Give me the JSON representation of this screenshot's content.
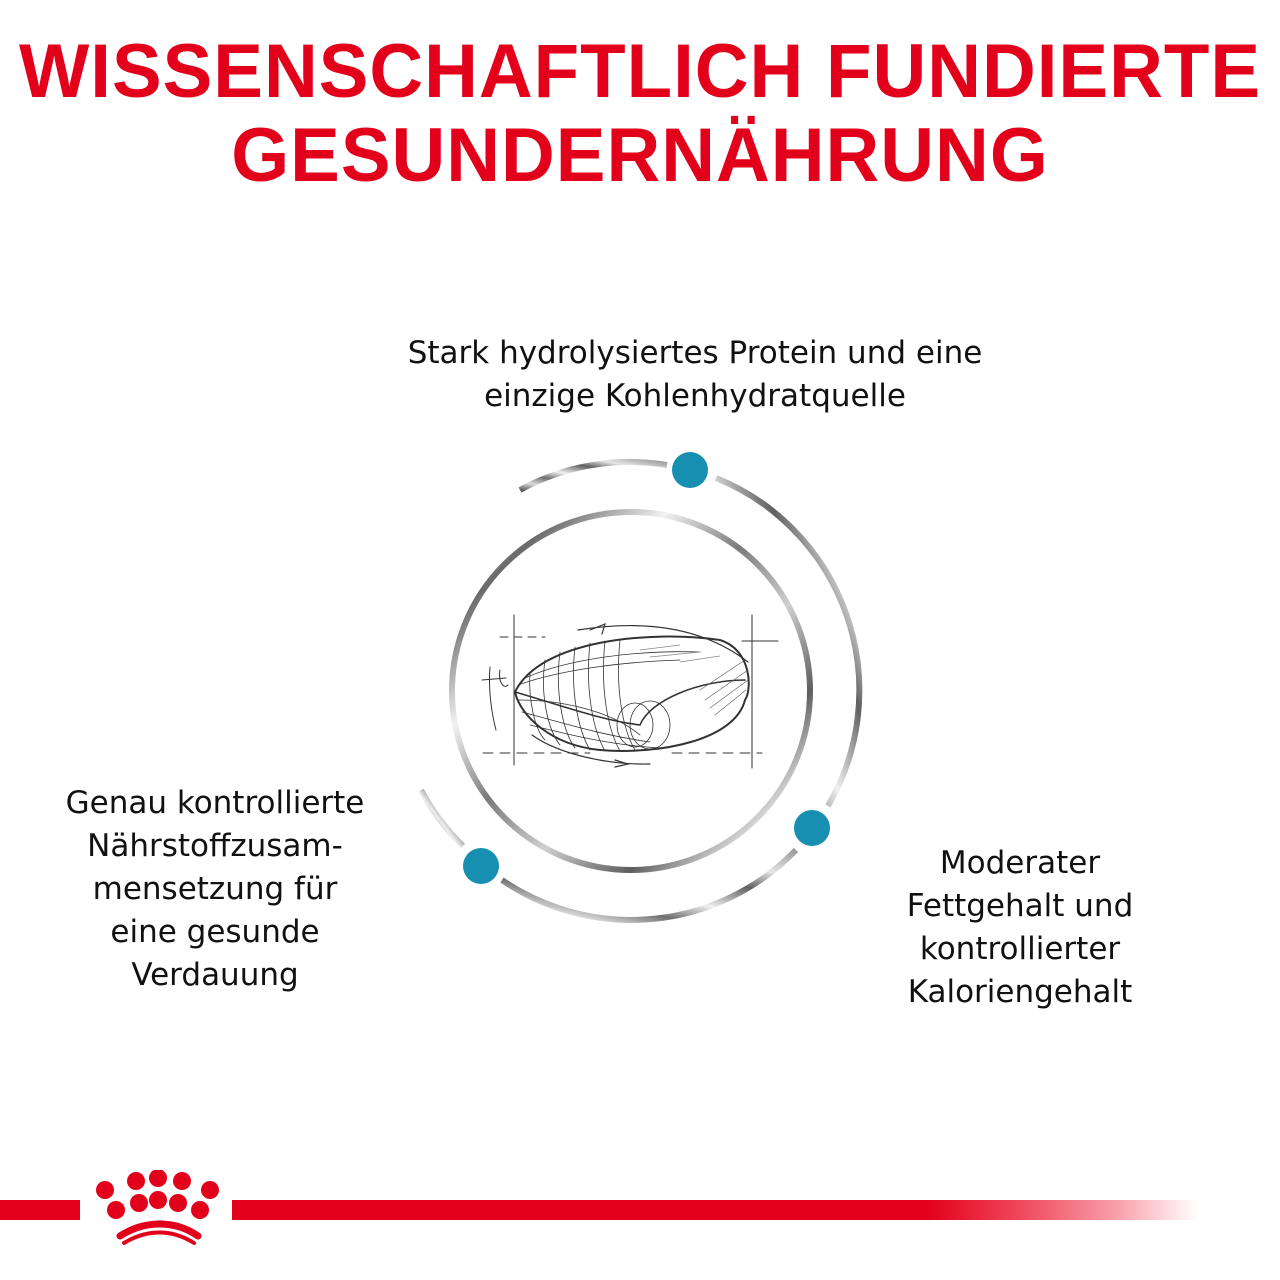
{
  "header": {
    "title_lines": [
      "WISSENSCHAFTLICH FUNDIERTE",
      "GESUNDERNÄHRUNG"
    ],
    "title_color": "#e2001a"
  },
  "features": {
    "top": {
      "lines": [
        "Stark hydrolysiertes Protein und eine",
        "einzige Kohlenhydratquelle"
      ]
    },
    "left": {
      "lines": [
        "Genau kontrollierte",
        "Nährstoffzusam-",
        "mensetzung für",
        "eine gesunde",
        "Verdauung"
      ]
    },
    "right": {
      "lines": [
        "Moderater",
        "Fettgehalt und",
        "kontrollierter",
        "Kaloriengehalt"
      ]
    }
  },
  "diagram": {
    "icon": "kibble-sketch-icon",
    "dot_color": "#168fb0",
    "ring_color": "#8a8a8a"
  },
  "footer": {
    "logo": "royal-canin-crown-icon",
    "bar_color": "#e2001a"
  }
}
